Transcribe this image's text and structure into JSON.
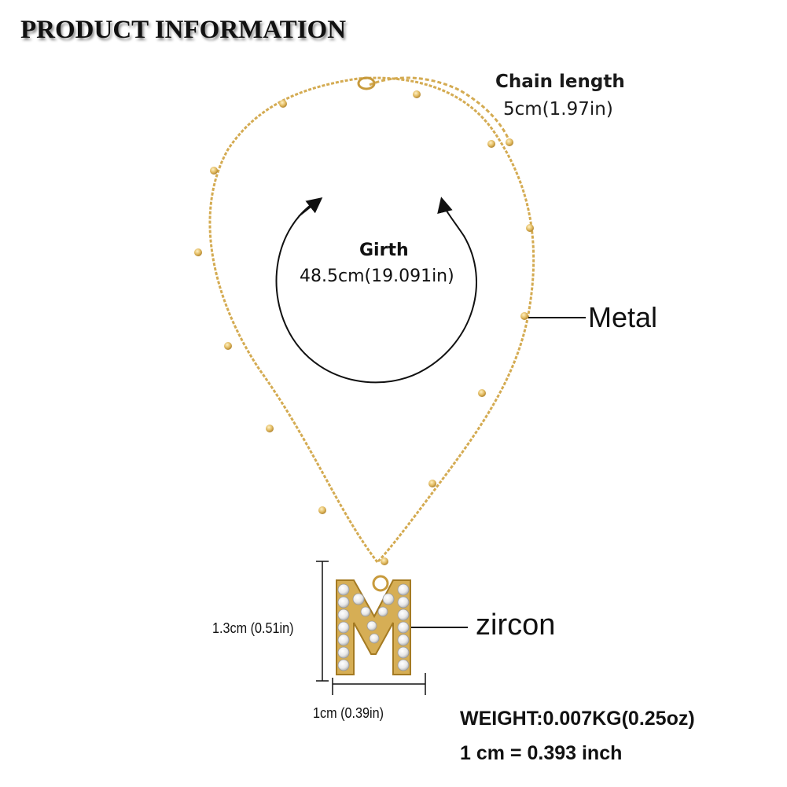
{
  "header": {
    "title": "PRODUCT INFORMATION"
  },
  "chain": {
    "title": "Chain length",
    "value": "5cm(1.97in)"
  },
  "girth": {
    "title": "Girth",
    "value": "48.5cm(19.091in)"
  },
  "callouts": {
    "metal": "Metal",
    "zircon": "zircon"
  },
  "pendant": {
    "letter": "M",
    "height": "1.3cm (0.51in)",
    "width": "1cm (0.39in)"
  },
  "specs": {
    "weight": "WEIGHT:0.007KG(0.25oz)",
    "conversion": "1 cm = 0.393 inch"
  },
  "colors": {
    "gold": "#d9b45a",
    "gold_dark": "#b88a2e",
    "stone": "#f2f2f2",
    "ink": "#111111"
  }
}
